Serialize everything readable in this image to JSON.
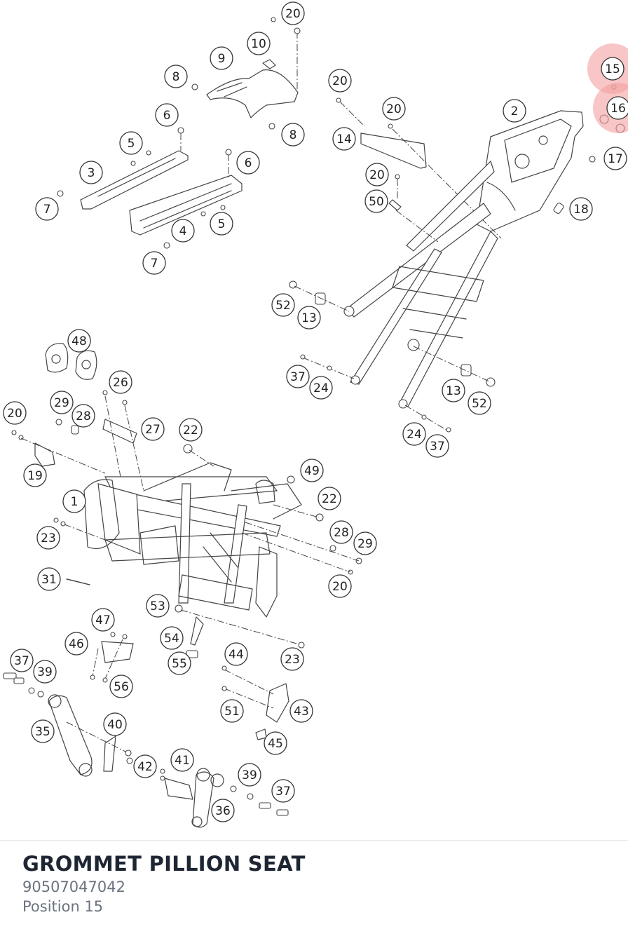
{
  "part": {
    "name": "GROMMET PILLION SEAT",
    "number": "90507047042",
    "position": "Position 15"
  },
  "highlight_color": "#f4a0a0",
  "callouts": [
    {
      "label": "20",
      "highlight": false
    },
    {
      "label": "10",
      "highlight": false
    },
    {
      "label": "9",
      "highlight": false
    },
    {
      "label": "8",
      "highlight": false
    },
    {
      "label": "8",
      "highlight": false
    },
    {
      "label": "6",
      "highlight": false
    },
    {
      "label": "5",
      "highlight": false
    },
    {
      "label": "3",
      "highlight": false
    },
    {
      "label": "7",
      "highlight": false
    },
    {
      "label": "6",
      "highlight": false
    },
    {
      "label": "4",
      "highlight": false
    },
    {
      "label": "5",
      "highlight": false
    },
    {
      "label": "7",
      "highlight": false
    },
    {
      "label": "20",
      "highlight": false
    },
    {
      "label": "20",
      "highlight": false
    },
    {
      "label": "14",
      "highlight": false
    },
    {
      "label": "2",
      "highlight": false
    },
    {
      "label": "15",
      "highlight": true
    },
    {
      "label": "16",
      "highlight": true
    },
    {
      "label": "17",
      "highlight": false
    },
    {
      "label": "20",
      "highlight": false
    },
    {
      "label": "50",
      "highlight": false
    },
    {
      "label": "18",
      "highlight": false
    },
    {
      "label": "52",
      "highlight": false
    },
    {
      "label": "13",
      "highlight": false
    },
    {
      "label": "48",
      "highlight": false
    },
    {
      "label": "37",
      "highlight": false
    },
    {
      "label": "24",
      "highlight": false
    },
    {
      "label": "26",
      "highlight": false
    },
    {
      "label": "29",
      "highlight": false
    },
    {
      "label": "28",
      "highlight": false
    },
    {
      "label": "20",
      "highlight": false
    },
    {
      "label": "27",
      "highlight": false
    },
    {
      "label": "22",
      "highlight": false
    },
    {
      "label": "13",
      "highlight": false
    },
    {
      "label": "52",
      "highlight": false
    },
    {
      "label": "24",
      "highlight": false
    },
    {
      "label": "37",
      "highlight": false
    },
    {
      "label": "19",
      "highlight": false
    },
    {
      "label": "49",
      "highlight": false
    },
    {
      "label": "1",
      "highlight": false
    },
    {
      "label": "22",
      "highlight": false
    },
    {
      "label": "23",
      "highlight": false
    },
    {
      "label": "28",
      "highlight": false
    },
    {
      "label": "29",
      "highlight": false
    },
    {
      "label": "31",
      "highlight": false
    },
    {
      "label": "20",
      "highlight": false
    },
    {
      "label": "53",
      "highlight": false
    },
    {
      "label": "47",
      "highlight": false
    },
    {
      "label": "54",
      "highlight": false
    },
    {
      "label": "46",
      "highlight": false
    },
    {
      "label": "44",
      "highlight": false
    },
    {
      "label": "23",
      "highlight": false
    },
    {
      "label": "37",
      "highlight": false
    },
    {
      "label": "55",
      "highlight": false
    },
    {
      "label": "39",
      "highlight": false
    },
    {
      "label": "56",
      "highlight": false
    },
    {
      "label": "51",
      "highlight": false
    },
    {
      "label": "43",
      "highlight": false
    },
    {
      "label": "40",
      "highlight": false
    },
    {
      "label": "35",
      "highlight": false
    },
    {
      "label": "45",
      "highlight": false
    },
    {
      "label": "41",
      "highlight": false
    },
    {
      "label": "42",
      "highlight": false
    },
    {
      "label": "39",
      "highlight": false
    },
    {
      "label": "37",
      "highlight": false
    },
    {
      "label": "36",
      "highlight": false
    }
  ]
}
